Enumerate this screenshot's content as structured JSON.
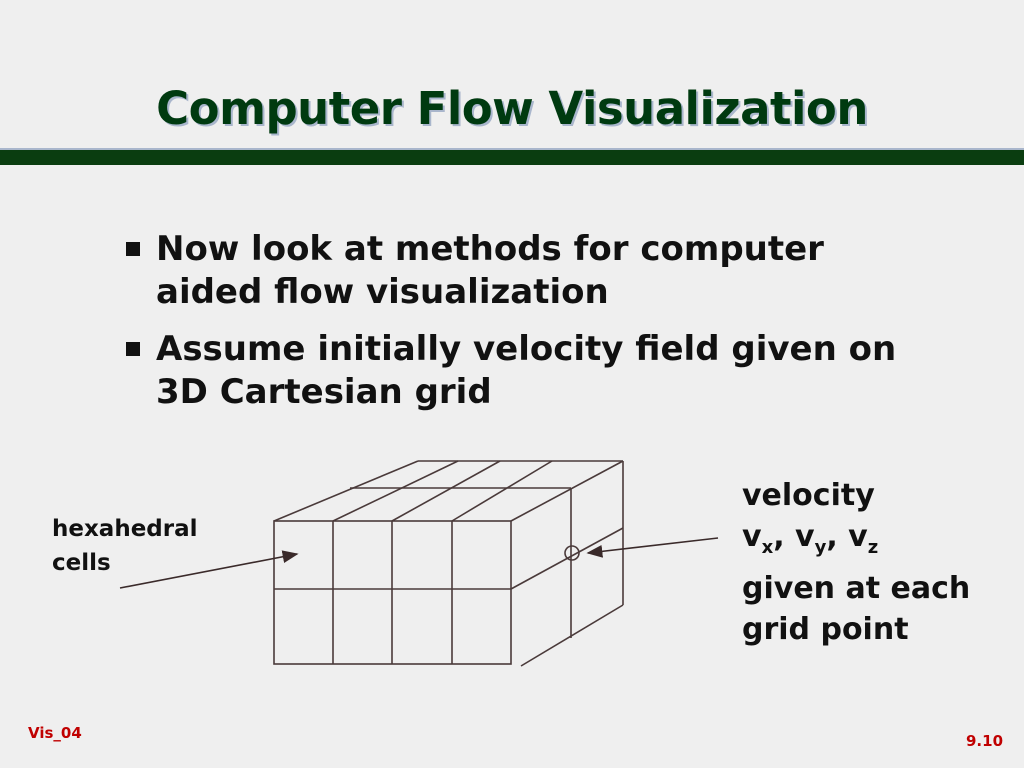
{
  "title": "Computer Flow Visualization",
  "bullets": [
    {
      "line1": "Now look at methods for computer",
      "line2": "aided flow visualization"
    },
    {
      "line1": "Assume initially velocity field given on",
      "line2": "3D Cartesian grid"
    }
  ],
  "diagram": {
    "left_label": {
      "line1": "hexahedral",
      "line2": "cells"
    },
    "right_label": {
      "line1": "velocity",
      "v": "v",
      "sub_x": "x",
      "sub_y": "y",
      "sub_z": "z",
      "sep": ", ",
      "line3": "given at each",
      "line4": "grid point"
    }
  },
  "footer": {
    "left": "Vis_04",
    "right": "9.10"
  },
  "colors": {
    "title": "#003a10",
    "rule": "#0a3d10",
    "footer": "#c00000",
    "grid": "#4a3a3a"
  }
}
